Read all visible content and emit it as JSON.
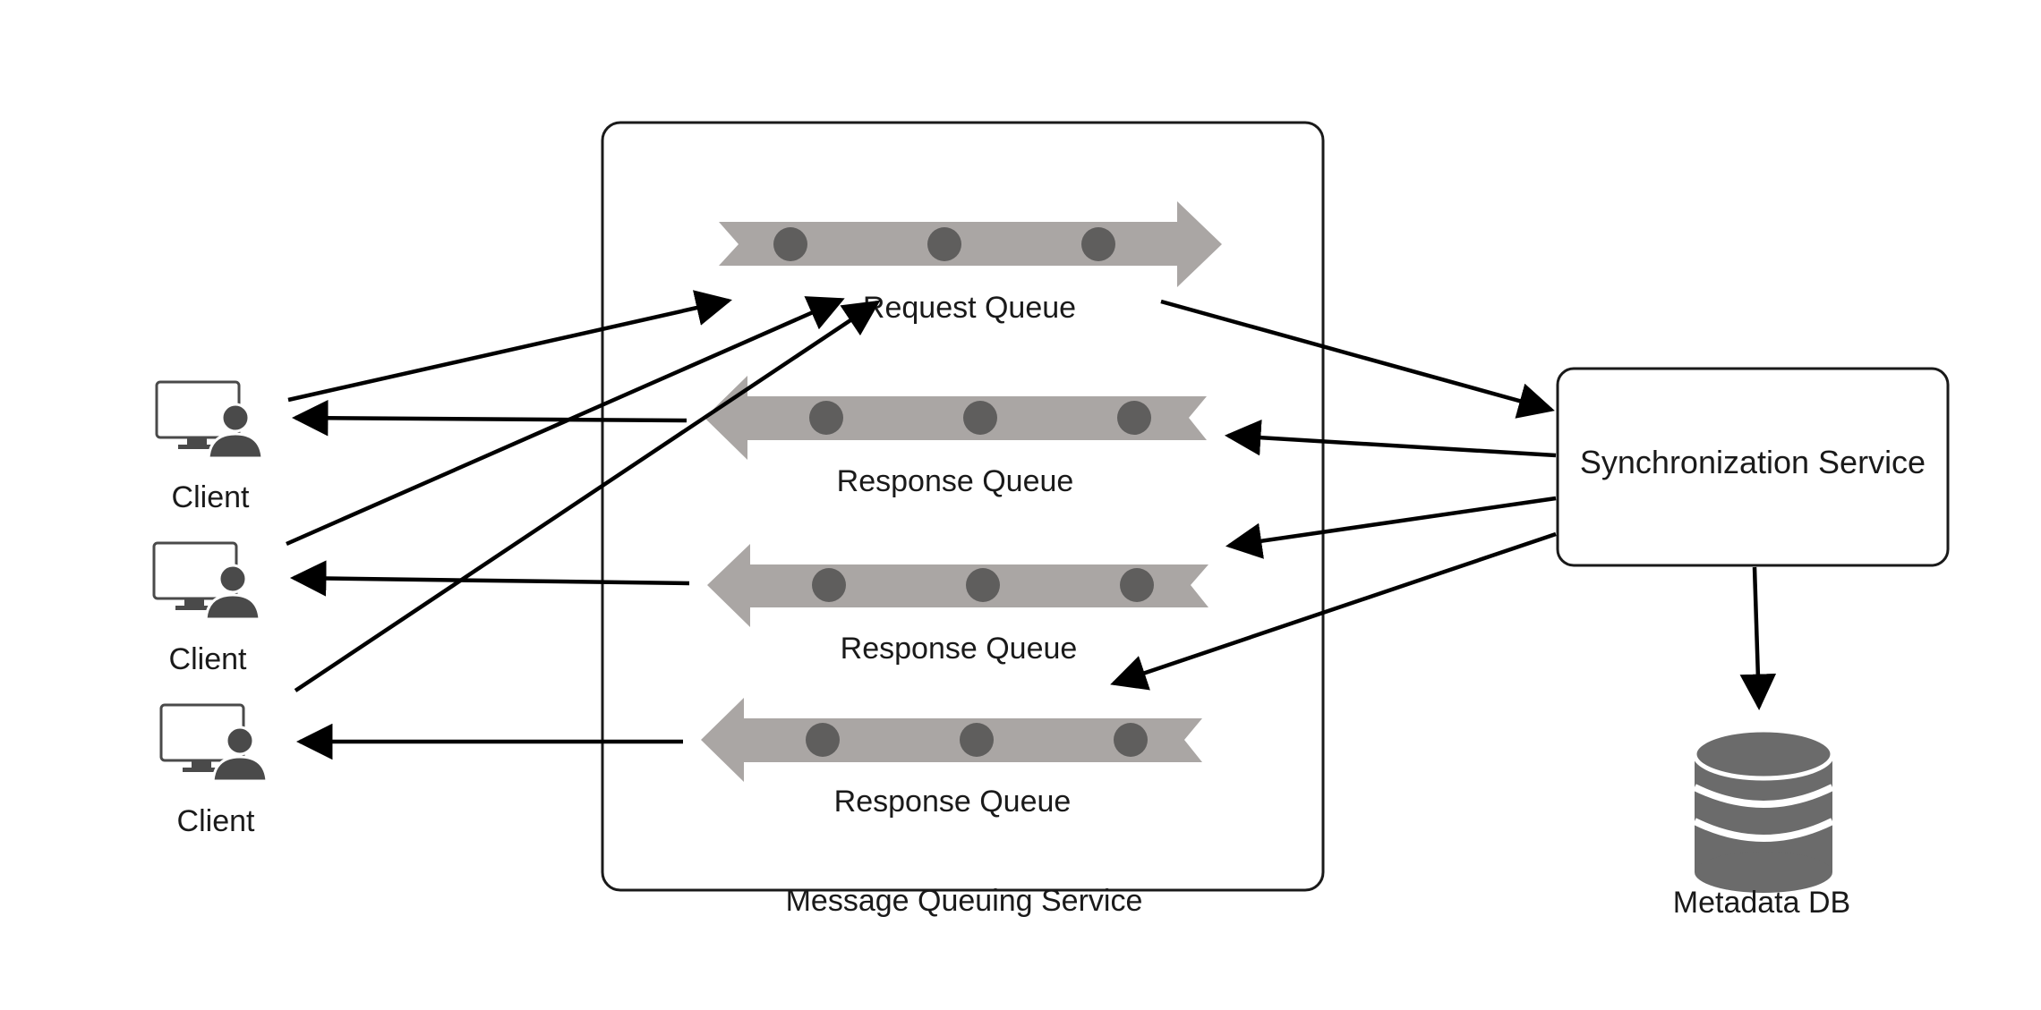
{
  "clients": [
    {
      "label": "Client"
    },
    {
      "label": "Client"
    },
    {
      "label": "Client"
    }
  ],
  "message_queuing_service": {
    "label": "Message Queuing Service",
    "request_queue": {
      "label": "Request Queue"
    },
    "response_queues": [
      {
        "label": "Response Queue"
      },
      {
        "label": "Response Queue"
      },
      {
        "label": "Response Queue"
      }
    ]
  },
  "synchronization_service": {
    "label": "Synchronization Service"
  },
  "metadata_db": {
    "label": "Metadata DB"
  },
  "colors": {
    "queue_band": "#aaa6a4",
    "queue_dot": "#5f5e5d",
    "icon": "#4a4a4a",
    "line": "#000000"
  }
}
